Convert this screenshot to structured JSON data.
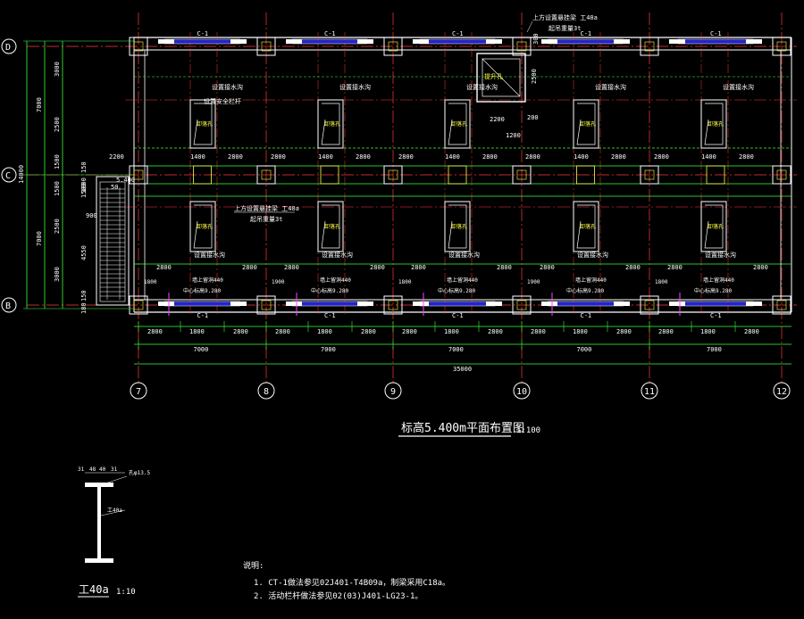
{
  "drawing": {
    "title": "标高5.400m平面布置图",
    "title_scale": "1:100",
    "grid_rows": [
      "D",
      "C",
      "B"
    ],
    "grid_cols": [
      "7",
      "8",
      "9",
      "10",
      "11",
      "12"
    ],
    "window_label": "C-1",
    "room_label": "卸落孔",
    "facility_label": "设置接水沟",
    "railing_label": "设置安全栏杆",
    "beam_note_top": "上方设置悬挂梁 工40a",
    "beam_note_bottom": "起吊重量3t",
    "beam_note_top2": "上方设置悬挂梁 工40a",
    "beam_note_bottom2": "起吊重量3t",
    "stair_elev": "5.400",
    "pipe_note_1": "墙上留洞440",
    "pipe_note_2": "中心标高9.280",
    "hoist_label": "提升孔",
    "dims_bottom_sub": [
      "2800",
      "1800",
      "2800",
      "2800",
      "1800",
      "2800",
      "2800",
      "1800",
      "2800",
      "2800",
      "1800",
      "2800",
      "2800",
      "1800",
      "2800"
    ],
    "dims_bottom_bay": [
      "7000",
      "7000",
      "7000",
      "7000",
      "7000"
    ],
    "dim_total": "35000",
    "dim_top_left": "2200",
    "dims_row": [
      "1400",
      "2800",
      "2800",
      "1400",
      "2800",
      "2800",
      "1400",
      "2800",
      "2800",
      "1400",
      "2800",
      "2800",
      "1400",
      "2800"
    ],
    "dims_left_outer": [
      "7000",
      "7000"
    ],
    "dim_left_total": "14000",
    "dims_left_inner": [
      "3000",
      "2500",
      "1500",
      "1500",
      "2500",
      "3000"
    ],
    "dims_left_stair": [
      "150",
      "1500",
      "4550",
      "150",
      "180"
    ],
    "dim_stair_w": [
      "1800",
      "900",
      "50"
    ],
    "dims_hoist": [
      "2200",
      "200",
      "1200",
      "2500",
      "300"
    ],
    "dim_offset_1800": "1800",
    "dim_offset_1900": "1900"
  },
  "section": {
    "title": "工40a",
    "scale": "1:10",
    "dims": [
      "31",
      "48",
      "40",
      "31"
    ],
    "hole_label": "孔φ13.5",
    "profile_label": "工40a"
  },
  "notes": {
    "heading": "说明:",
    "items": [
      "1. CT-1做法参见02J401-T4B09a，制梁采用C18a。",
      "2. 活动栏杆做法参见02(03)J401-LG23-1。"
    ]
  }
}
